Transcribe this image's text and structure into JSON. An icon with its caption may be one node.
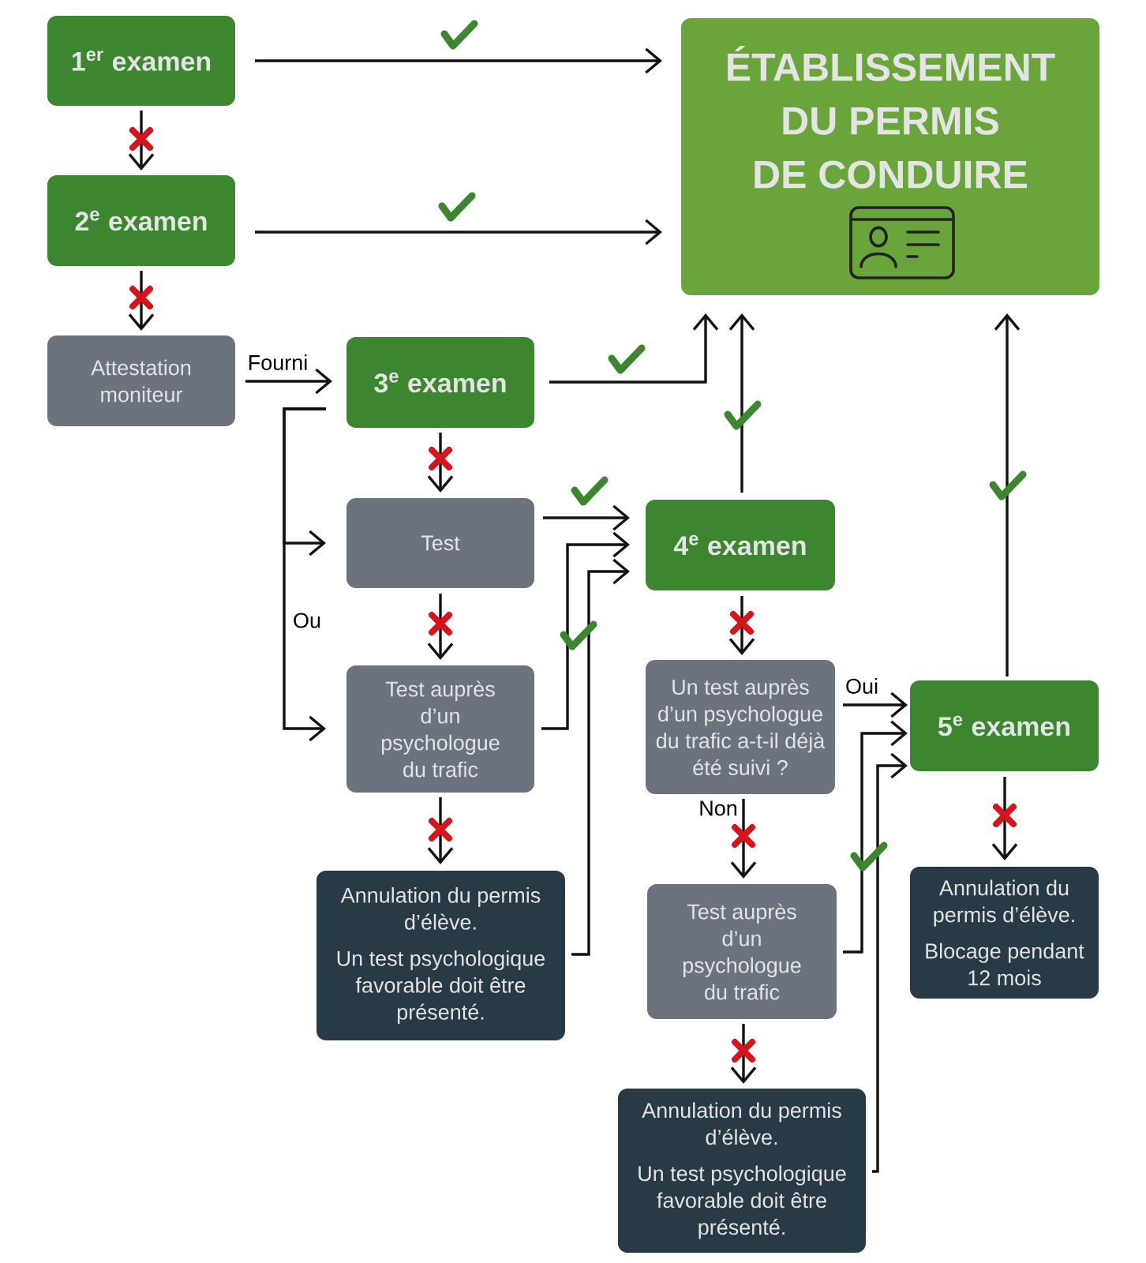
{
  "diagram": {
    "nodes": [
      {
        "text": [
          "1$^{er}$ examen"
        ]
      },
      {
        "text": [
          "ÉTABLISSEMENT DU PERMIS DE CONDUIRE"
        ]
      },
      {
        "text": [
          "2$^{e}$ examen"
        ]
      },
      {
        "text": [
          "Attestation moniteur"
        ]
      },
      {
        "text": [
          "3$^{e}$ examen"
        ]
      },
      {
        "text": [
          "Test"
        ]
      },
      {
        "text": [
          "4$^{e}$ examen"
        ]
      },
      {
        "text": [
          "Test auprès d’un psychologue du trafic"
        ]
      },
      {
        "text": [
          "Un test auprès d’un psychologue du trafic a-t-il déjà été suivi ?"
        ]
      },
      {
        "text": [
          "5$^{e}$ examen"
        ]
      },
      {
        "text": [
          "Annulation du permis d’élève.",
          "Un test psychologique favorable doit être présenté."
        ]
      },
      {
        "text": [
          "Test auprès d’un psychologue du trafic"
        ]
      },
      {
        "text": [
          "Annulation du permis d’élève.",
          "Blocage pendant 12 mois"
        ]
      },
      {
        "text": [
          "Annulation du permis d’élève.",
          "Un test psychologique favorable doit être présenté."
        ]
      }
    ],
    "edges": [
      {
        "from": 0,
        "to": 1,
        "arrow": "to"
      },
      {
        "from": 0,
        "to": 2,
        "arrow": "to"
      },
      {
        "from": 2,
        "to": 1,
        "arrow": "to"
      },
      {
        "from": 2,
        "to": 3,
        "arrow": "to"
      },
      {
        "from": 3,
        "to": 4,
        "arrow": "to",
        "label": "Fourni"
      },
      {
        "from": 4,
        "to": 1,
        "arrow": "to"
      },
      {
        "from": 4,
        "to": 5,
        "arrow": "to"
      },
      {
        "from": 4,
        "to": 5,
        "arrow": "to"
      },
      {
        "from": 4,
        "to": 7,
        "arrow": "to",
        "label": "Ou"
      },
      {
        "from": 5,
        "to": 6,
        "arrow": "to"
      },
      {
        "from": 5,
        "to": 7,
        "arrow": "to"
      },
      {
        "from": 7,
        "to": 6,
        "arrow": "to"
      },
      {
        "from": 10,
        "to": 6,
        "arrow": "to"
      },
      {
        "from": 7,
        "to": 10,
        "arrow": "to"
      },
      {
        "from": 6,
        "to": 1,
        "arrow": "to"
      },
      {
        "from": 6,
        "to": 8,
        "arrow": "to"
      },
      {
        "from": 8,
        "to": 9,
        "arrow": "to",
        "label": "Oui"
      },
      {
        "from": 8,
        "to": 11,
        "arrow": "to",
        "label": "Non"
      },
      {
        "from": 11,
        "to": 9,
        "arrow": "to"
      },
      {
        "from": 13,
        "to": 9,
        "arrow": "to"
      },
      {
        "from": 9,
        "to": 1,
        "arrow": "to"
      },
      {
        "from": 9,
        "to": 12,
        "arrow": "to"
      },
      {
        "from": 11,
        "to": 13,
        "arrow": "to"
      }
    ]
  }
}
